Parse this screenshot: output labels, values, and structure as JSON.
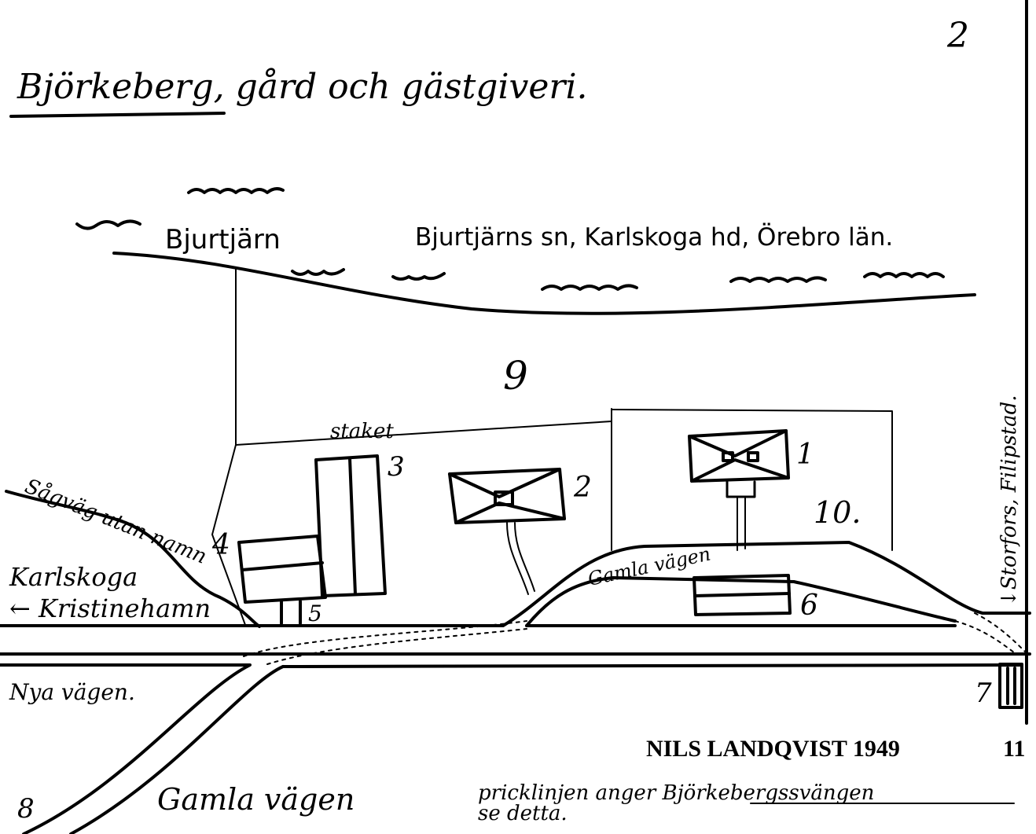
{
  "page_number": "2",
  "title": "Björkeberg, gård och gästgiveri.",
  "lake_name": "Bjurtjärn",
  "region": "Bjurtjärns sn, Karlskoga hd, Örebro län.",
  "labels": {
    "area_9": "9",
    "fence": "staket",
    "building_1": "1",
    "building_2": "2",
    "building_3": "3",
    "building_4": "4",
    "building_5": "5",
    "building_6": "6",
    "building_7": "7",
    "area_8": "8",
    "area_10": "10.",
    "area_11": "11",
    "saw_road": "Sågväg utan namn",
    "west_direction_1": "Karlskoga",
    "west_direction_2": "← Kristinehamn",
    "east_direction": "↓Storfors, Filipstad.",
    "old_road_upper": "Gamla vägen",
    "new_road": "Nya vägen.",
    "old_road_lower": "Gamla vägen"
  },
  "author": "NILS LANDQVIST 1949",
  "note_line1": "pricklinjen anger Björkebergssvängen",
  "note_line2": "se detta."
}
